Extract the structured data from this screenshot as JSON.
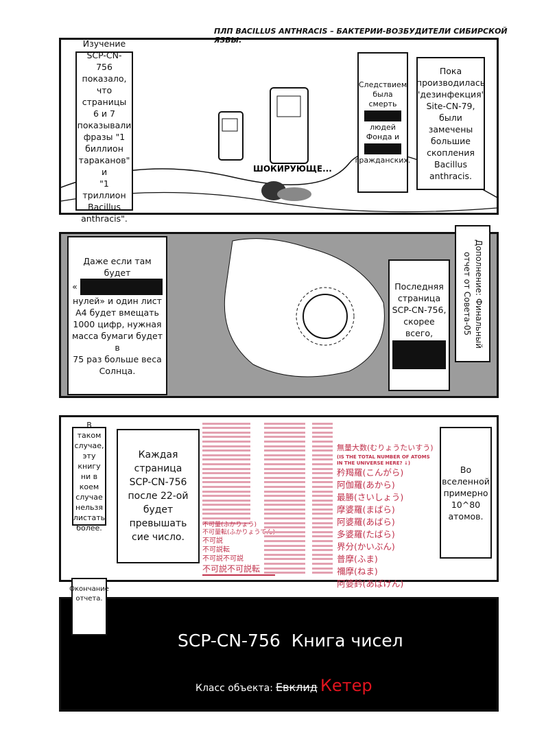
{
  "header_note": "ПЛП BACILLUS ANTHRACIS – БАКТЕРИИ-ВОЗБУДИТЕЛИ СИБИРСКОЙ ЯЗВЫ.",
  "panel1": {
    "box_left": [
      "Изучение",
      "SCP-CN-756",
      "показало, что",
      "страницы 6 и 7",
      "показывали",
      "фразы \"1",
      "биллион",
      "тараканов\" и",
      "\"1 триллион",
      "Bacillus",
      "anthracis\"."
    ],
    "box_mid": {
      "l1": "Следствием",
      "l2": "была смерть",
      "l3": "людей",
      "l4": "Фонда и",
      "l5": "гражданских."
    },
    "box_right": [
      "Пока",
      "производилась",
      "\"дезинфекция\"",
      "Site-CN-79,",
      "были замечены",
      "большие",
      "скопления",
      "Bacillus",
      "anthracis."
    ],
    "sfx": "ШОКИРУЮЩЕ..."
  },
  "panel2": {
    "box_left": {
      "l1": "Даже если там будет",
      "l2": "«",
      "l3": "нулей» и один лист",
      "l4": "А4 будет вмещать",
      "l5": "1000 цифр, нужная",
      "l6": "масса бумаги будет в",
      "l7": "75 раз больше веса",
      "l8": "Солнца."
    },
    "box_right": [
      "Последняя",
      "страница",
      "SCP-CN-756,",
      "скорее всего,"
    ],
    "vertical_box": "Дополнение: Финальный отчет от Совета-05"
  },
  "panel3": {
    "box_a": [
      "В таком",
      "случае,",
      "эту книгу",
      "ни в коем",
      "случае",
      "нельзя",
      "листать",
      "более."
    ],
    "box_b": [
      "Каждая",
      "страница",
      "SCP-CN-756",
      "после 22-ой",
      "будет",
      "превышать",
      "сие число."
    ],
    "box_c": [
      "Во",
      "вселенной",
      "примерно",
      "10^80",
      "атомов."
    ],
    "numbers_left_large": [
      "不可量(ふかりょう)",
      "不可量転(ふかりょうてん)",
      "不可説",
      "不可説転",
      "不可説不可説",
      "不可説不可説転"
    ],
    "numbers_right": {
      "first": "無量大数(むりょうたいすう)",
      "note": "(IS THE TOTAL NUMBER OF ATOMS IN THE UNIVERSE HERE? ↓)",
      "items": [
        "矜羯羅(こんがら)",
        "阿伽羅(あから)",
        "最勝(さいしょう)",
        "摩婆羅(まばら)",
        "阿婆羅(あばら)",
        "多婆羅(たばら)",
        "界分(かいぶん)",
        "普摩(ふま)",
        "禰摩(ねま)",
        "阿婆鈐(あばけん)"
      ]
    },
    "end_box": [
      "Окончание",
      "отчета."
    ]
  },
  "title_panel": {
    "title_id": "SCP-CN-756",
    "title_name": "Книга чисел",
    "class_label": "Класс объекта:",
    "class_old": "Евклид",
    "class_new": "Кетер"
  },
  "colors": {
    "accent_red": "#e0141e",
    "number_red": "#c0304a"
  }
}
